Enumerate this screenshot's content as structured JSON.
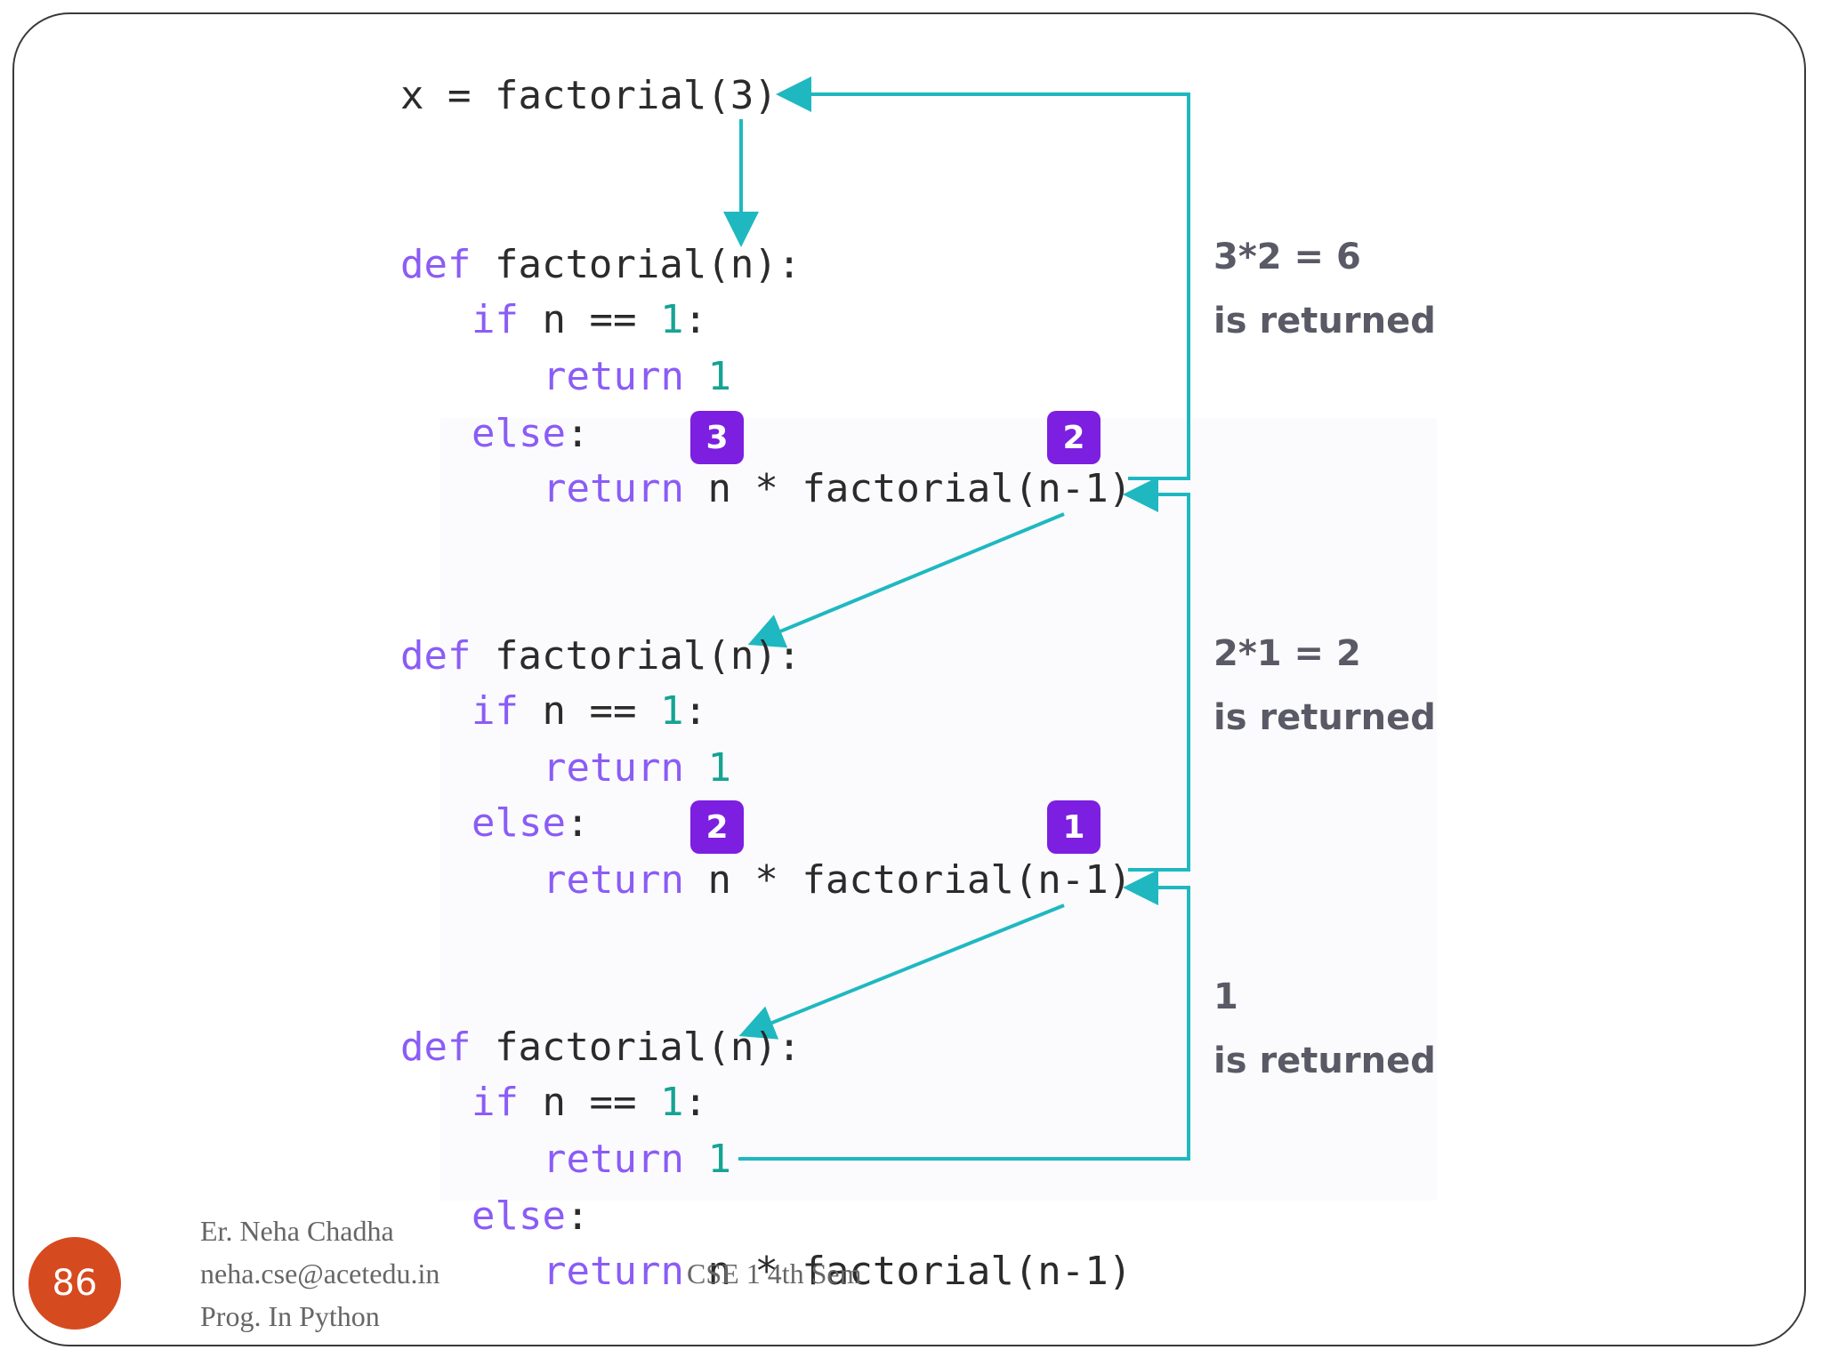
{
  "diagram": {
    "call_line": "x = factorial(3)",
    "frames": [
      {
        "def_kw": "def",
        "def_rest": " factorial(n):",
        "if_kw": "if",
        "if_rest": " n == ",
        "if_num": "1",
        "if_colon": ":",
        "ret1_kw": "return",
        "ret1_num": "1",
        "else_kw": "else",
        "else_colon": ":",
        "ret2_kw": "return",
        "ret2_rest": " n * factorial(n-1)",
        "badge_left": "3",
        "badge_right": "2"
      },
      {
        "def_kw": "def",
        "def_rest": " factorial(n):",
        "if_kw": "if",
        "if_rest": " n == ",
        "if_num": "1",
        "if_colon": ":",
        "ret1_kw": "return",
        "ret1_num": "1",
        "else_kw": "else",
        "else_colon": ":",
        "ret2_kw": "return",
        "ret2_rest": " n * factorial(n-1)",
        "badge_left": "2",
        "badge_right": "1"
      },
      {
        "def_kw": "def",
        "def_rest": " factorial(n):",
        "if_kw": "if",
        "if_rest": " n == ",
        "if_num": "1",
        "if_colon": ":",
        "ret1_kw": "return",
        "ret1_num": "1",
        "else_kw": "else",
        "else_colon": ":",
        "ret2_kw": "return",
        "ret2_rest": " n * factorial(n-1)"
      }
    ],
    "return_labels": [
      {
        "value": "3*2 = 6",
        "text": "is returned"
      },
      {
        "value": "2*1 = 2",
        "text": "is returned"
      },
      {
        "value": "1",
        "text": "is returned"
      }
    ],
    "colors": {
      "keyword": "#8b5cf6",
      "number": "#16a394",
      "arrow": "#1fb8c0",
      "badge": "#7c1fe0",
      "page_number_bg": "#d64a1f"
    }
  },
  "footer": {
    "page_number": "86",
    "author": "Er. Neha Chadha",
    "email": "neha.cse@acetedu.in",
    "course": "Prog. In Python",
    "center_text": "CSE 1 4th Sem"
  }
}
